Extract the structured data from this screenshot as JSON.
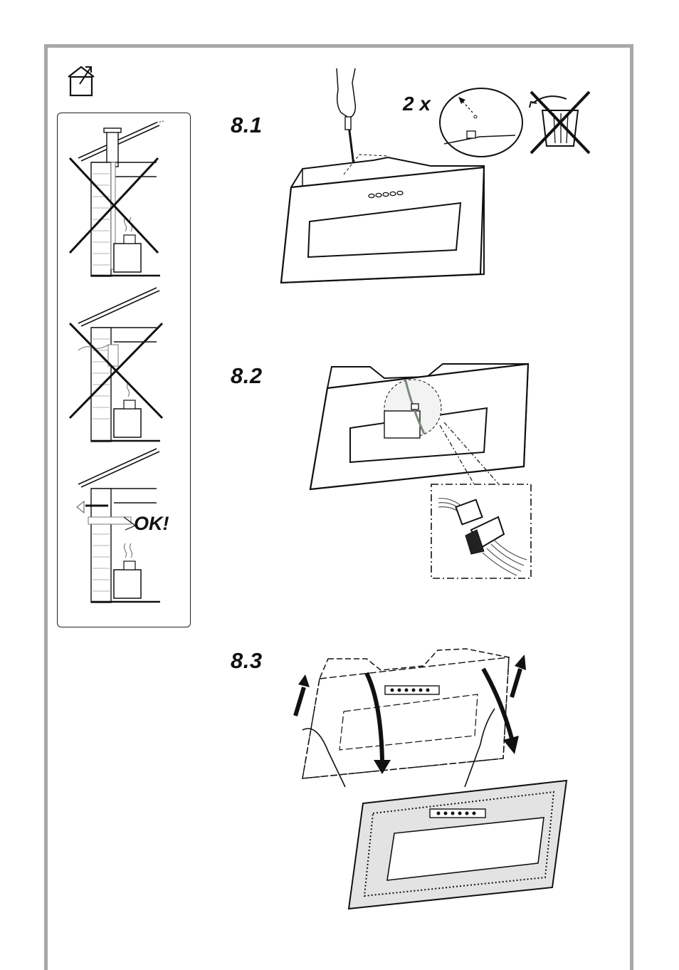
{
  "page": {
    "header_icon": "house-outdoor-vent-icon"
  },
  "side_panel": {
    "diagrams": [
      {
        "name": "chimney-flue-prohibited",
        "status_icon": "cross-mark-icon"
      },
      {
        "name": "hot-air-duct-prohibited",
        "status_icon": "cross-mark-icon"
      },
      {
        "name": "outside-wall-vent-allowed",
        "status_icon": "ok-mark"
      }
    ],
    "ok_text": "OK!"
  },
  "steps": [
    {
      "id": "8.1",
      "title": "8.1",
      "count_label": "2 x",
      "icons": [
        "hand-screwdriver-icon",
        "magnifier-detail-icon",
        "no-bin-icon"
      ]
    },
    {
      "id": "8.2",
      "title": "8.2",
      "icons": [
        "motor-connector-detail-icon"
      ]
    },
    {
      "id": "8.3",
      "title": "8.3",
      "icons": [
        "lift-arrow-icon",
        "panel-glass-icon"
      ]
    }
  ],
  "colors": {
    "frame": "#a8a8a8",
    "panel_fill": "#e3e3e3",
    "line": "#111111"
  }
}
